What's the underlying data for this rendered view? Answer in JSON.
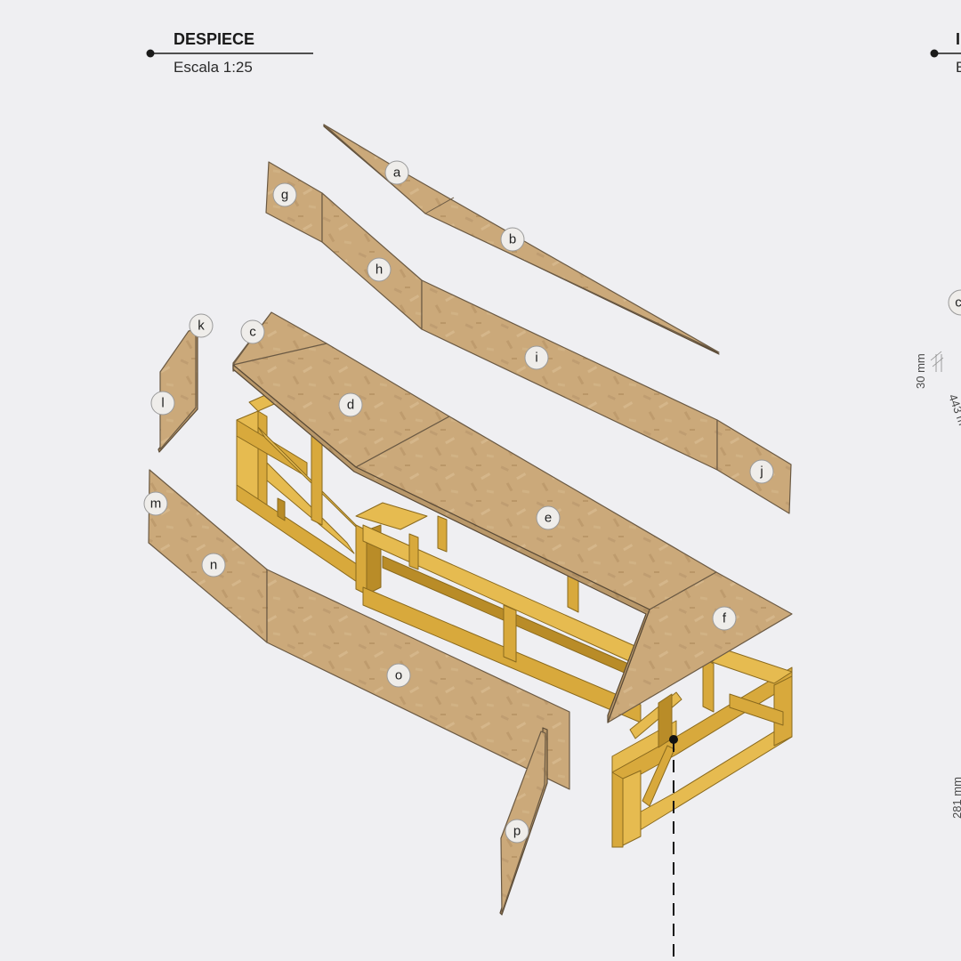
{
  "header_left": {
    "title": "DESPIECE",
    "scale": "Escala 1:25"
  },
  "header_right": {
    "title_fragment": "I",
    "scale_fragment": "E"
  },
  "side_labels": {
    "c_partial": "c",
    "dim_30": "30 mm",
    "dim_443": "443 m",
    "dim_281": "281 mm"
  },
  "parts": {
    "a": "a",
    "b": "b",
    "c": "c",
    "d": "d",
    "e": "e",
    "f": "f",
    "g": "g",
    "h": "h",
    "i": "i",
    "j": "j",
    "k": "k",
    "l": "l",
    "m": "m",
    "n": "n",
    "o": "o",
    "p": "p"
  },
  "colors": {
    "background": "#efeff2",
    "osb": "#c9a878",
    "timber": "#d8a93c",
    "ink": "#1a1a1a"
  }
}
